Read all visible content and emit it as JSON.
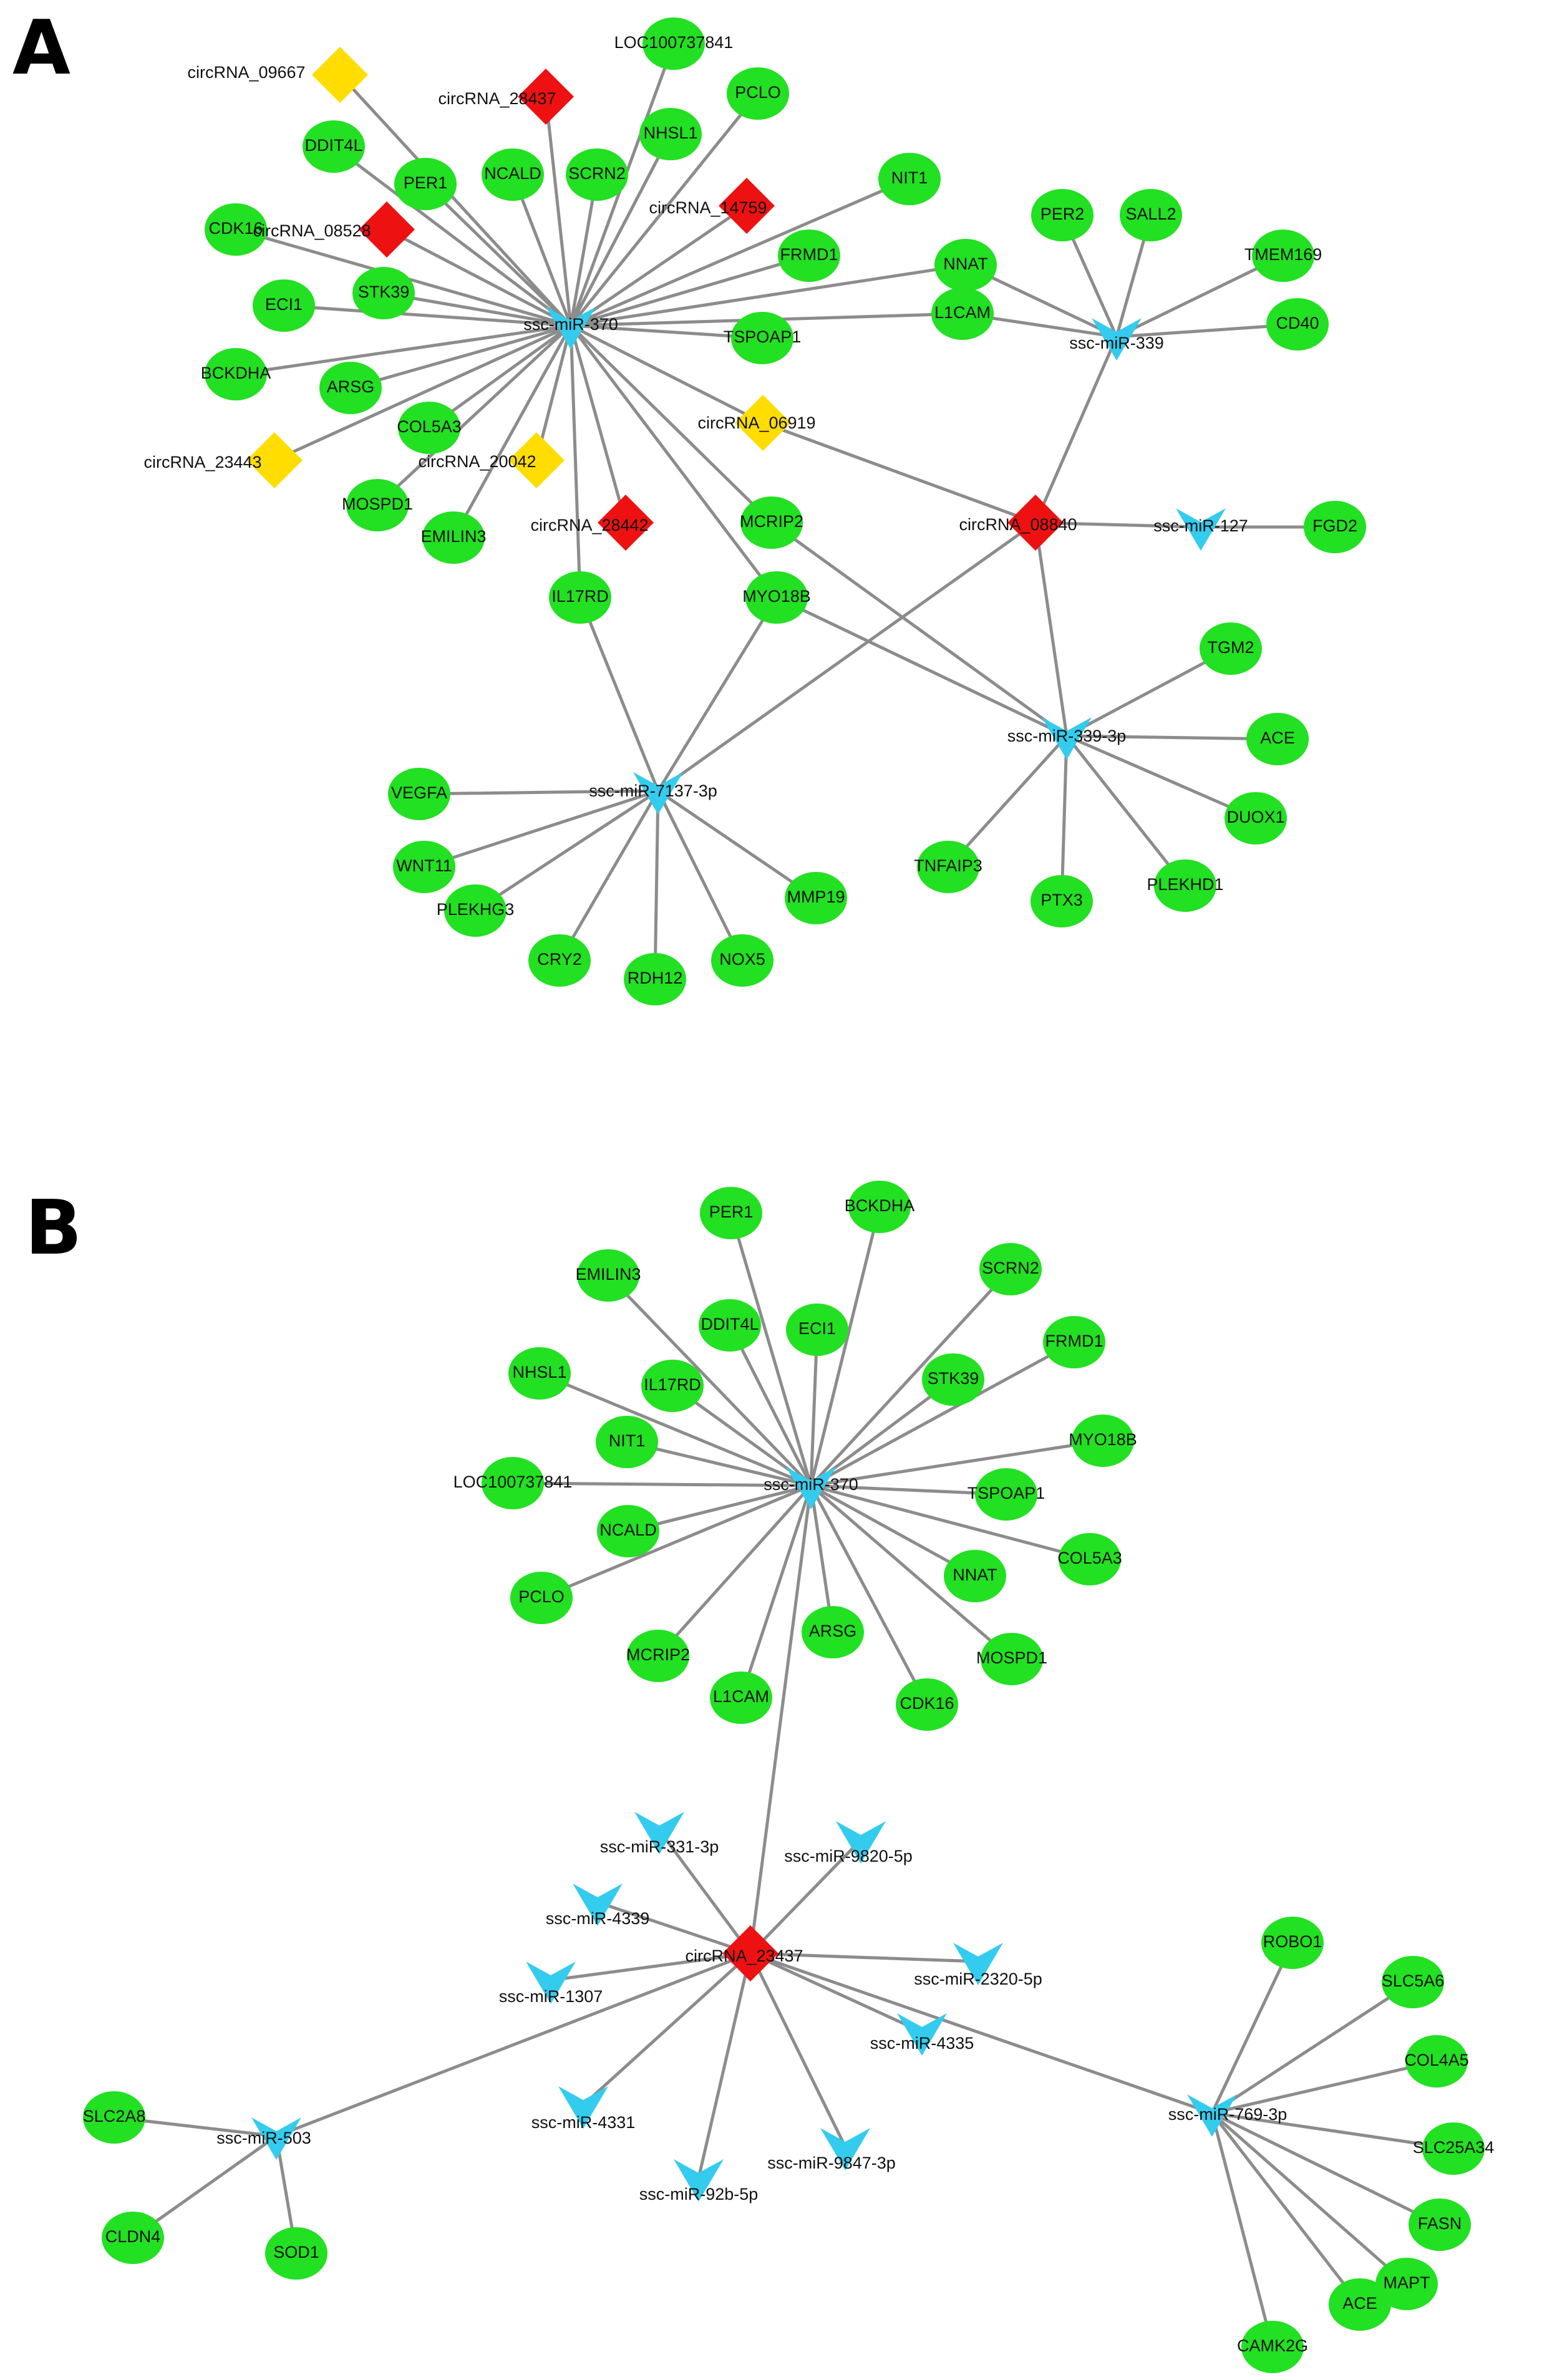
{
  "panels": {
    "a": {
      "label": "A"
    },
    "b": {
      "label": "B"
    }
  },
  "colors": {
    "mrna": "#22e022",
    "mirna": "#33ccee",
    "circ_red": "#ee1111",
    "circ_yellow": "#ffdd00",
    "edge": "#8c8c8c",
    "label": "#111111"
  },
  "network_a": {
    "nodes": [
      {
        "id": "a_circ_09667",
        "label": "circRNA_09667",
        "kind": "circ_yellow"
      },
      {
        "id": "a_circ_28437",
        "label": "circRNA_28437",
        "kind": "circ_red"
      },
      {
        "id": "a_LOC",
        "label": "LOC100737841",
        "kind": "mrna"
      },
      {
        "id": "a_PCLO",
        "label": "PCLO",
        "kind": "mrna"
      },
      {
        "id": "a_NHSL1",
        "label": "NHSL1",
        "kind": "mrna"
      },
      {
        "id": "a_DDIT4L",
        "label": "DDIT4L",
        "kind": "mrna"
      },
      {
        "id": "a_PER1",
        "label": "PER1",
        "kind": "mrna"
      },
      {
        "id": "a_NCALD",
        "label": "NCALD",
        "kind": "mrna"
      },
      {
        "id": "a_SCRN2",
        "label": "SCRN2",
        "kind": "mrna"
      },
      {
        "id": "a_circ_14759",
        "label": "circRNA_14759",
        "kind": "circ_red"
      },
      {
        "id": "a_NIT1",
        "label": "NIT1",
        "kind": "mrna"
      },
      {
        "id": "a_CDK16",
        "label": "CDK16",
        "kind": "mrna"
      },
      {
        "id": "a_circ_08528",
        "label": "circRNA_08528",
        "kind": "circ_red"
      },
      {
        "id": "a_FRMD1",
        "label": "FRMD1",
        "kind": "mrna"
      },
      {
        "id": "a_PER2",
        "label": "PER2",
        "kind": "mrna"
      },
      {
        "id": "a_SALL2",
        "label": "SALL2",
        "kind": "mrna"
      },
      {
        "id": "a_TMEM169",
        "label": "TMEM169",
        "kind": "mrna"
      },
      {
        "id": "a_ECI1",
        "label": "ECI1",
        "kind": "mrna"
      },
      {
        "id": "a_STK39",
        "label": "STK39",
        "kind": "mrna"
      },
      {
        "id": "a_miR370",
        "label": "ssc-miR-370",
        "kind": "mirna"
      },
      {
        "id": "a_NNAT",
        "label": "NNAT",
        "kind": "mrna"
      },
      {
        "id": "a_L1CAM",
        "label": "L1CAM",
        "kind": "mrna"
      },
      {
        "id": "a_CD40",
        "label": "CD40",
        "kind": "mrna"
      },
      {
        "id": "a_TSPOAP1",
        "label": "TSPOAP1",
        "kind": "mrna"
      },
      {
        "id": "a_miR339",
        "label": "ssc-miR-339",
        "kind": "mirna"
      },
      {
        "id": "a_BCKDHA",
        "label": "BCKDHA",
        "kind": "mrna"
      },
      {
        "id": "a_ARSG",
        "label": "ARSG",
        "kind": "mrna"
      },
      {
        "id": "a_circ_06919",
        "label": "circRNA_06919",
        "kind": "circ_yellow"
      },
      {
        "id": "a_COL5A3",
        "label": "COL5A3",
        "kind": "mrna"
      },
      {
        "id": "a_circ_23443",
        "label": "circRNA_23443",
        "kind": "circ_yellow"
      },
      {
        "id": "a_circ_20042",
        "label": "circRNA_20042",
        "kind": "circ_yellow"
      },
      {
        "id": "a_MOSPD1",
        "label": "MOSPD1",
        "kind": "mrna"
      },
      {
        "id": "a_EMILIN3",
        "label": "EMILIN3",
        "kind": "mrna"
      },
      {
        "id": "a_circ_28442",
        "label": "circRNA_28442",
        "kind": "circ_red"
      },
      {
        "id": "a_MCRIP2",
        "label": "MCRIP2",
        "kind": "mrna"
      },
      {
        "id": "a_circ_08840",
        "label": "circRNA_08840",
        "kind": "circ_red"
      },
      {
        "id": "a_miR127",
        "label": "ssc-miR-127",
        "kind": "mirna"
      },
      {
        "id": "a_FGD2",
        "label": "FGD2",
        "kind": "mrna"
      },
      {
        "id": "a_IL17RD",
        "label": "IL17RD",
        "kind": "mrna"
      },
      {
        "id": "a_MYO18B",
        "label": "MYO18B",
        "kind": "mrna"
      },
      {
        "id": "a_TGM2",
        "label": "TGM2",
        "kind": "mrna"
      },
      {
        "id": "a_miR339_3p",
        "label": "ssc-miR-339-3p",
        "kind": "mirna"
      },
      {
        "id": "a_ACE",
        "label": "ACE",
        "kind": "mrna"
      },
      {
        "id": "a_VEGFA",
        "label": "VEGFA",
        "kind": "mrna"
      },
      {
        "id": "a_miR7137",
        "label": "ssc-miR-7137-3p",
        "kind": "mirna"
      },
      {
        "id": "a_DUOX1",
        "label": "DUOX1",
        "kind": "mrna"
      },
      {
        "id": "a_WNT11",
        "label": "WNT11",
        "kind": "mrna"
      },
      {
        "id": "a_TNFAIP3",
        "label": "TNFAIP3",
        "kind": "mrna"
      },
      {
        "id": "a_PLEKHG3",
        "label": "PLEKHG3",
        "kind": "mrna"
      },
      {
        "id": "a_MMP19",
        "label": "MMP19",
        "kind": "mrna"
      },
      {
        "id": "a_PTX3",
        "label": "PTX3",
        "kind": "mrna"
      },
      {
        "id": "a_PLEKHD1",
        "label": "PLEKHD1",
        "kind": "mrna"
      },
      {
        "id": "a_CRY2",
        "label": "CRY2",
        "kind": "mrna"
      },
      {
        "id": "a_NOX5",
        "label": "NOX5",
        "kind": "mrna"
      },
      {
        "id": "a_RDH12",
        "label": "RDH12",
        "kind": "mrna"
      }
    ],
    "edges": [
      [
        "a_miR370",
        "a_circ_09667"
      ],
      [
        "a_miR370",
        "a_circ_28437"
      ],
      [
        "a_miR370",
        "a_LOC"
      ],
      [
        "a_miR370",
        "a_PCLO"
      ],
      [
        "a_miR370",
        "a_NHSL1"
      ],
      [
        "a_miR370",
        "a_DDIT4L"
      ],
      [
        "a_miR370",
        "a_PER1"
      ],
      [
        "a_miR370",
        "a_NCALD"
      ],
      [
        "a_miR370",
        "a_SCRN2"
      ],
      [
        "a_miR370",
        "a_circ_14759"
      ],
      [
        "a_miR370",
        "a_NIT1"
      ],
      [
        "a_miR370",
        "a_CDK16"
      ],
      [
        "a_miR370",
        "a_circ_08528"
      ],
      [
        "a_miR370",
        "a_FRMD1"
      ],
      [
        "a_miR370",
        "a_ECI1"
      ],
      [
        "a_miR370",
        "a_STK39"
      ],
      [
        "a_miR370",
        "a_NNAT"
      ],
      [
        "a_miR370",
        "a_L1CAM"
      ],
      [
        "a_miR370",
        "a_TSPOAP1"
      ],
      [
        "a_miR370",
        "a_BCKDHA"
      ],
      [
        "a_miR370",
        "a_ARSG"
      ],
      [
        "a_miR370",
        "a_circ_06919"
      ],
      [
        "a_miR370",
        "a_COL5A3"
      ],
      [
        "a_miR370",
        "a_circ_23443"
      ],
      [
        "a_miR370",
        "a_circ_20042"
      ],
      [
        "a_miR370",
        "a_MOSPD1"
      ],
      [
        "a_miR370",
        "a_EMILIN3"
      ],
      [
        "a_miR370",
        "a_circ_28442"
      ],
      [
        "a_miR370",
        "a_MCRIP2"
      ],
      [
        "a_miR370",
        "a_IL17RD"
      ],
      [
        "a_miR370",
        "a_MYO18B"
      ],
      [
        "a_miR339",
        "a_PER2"
      ],
      [
        "a_miR339",
        "a_SALL2"
      ],
      [
        "a_miR339",
        "a_TMEM169"
      ],
      [
        "a_miR339",
        "a_CD40"
      ],
      [
        "a_miR339",
        "a_NNAT"
      ],
      [
        "a_miR339",
        "a_L1CAM"
      ],
      [
        "a_miR339",
        "a_circ_08840"
      ],
      [
        "a_circ_06919",
        "a_circ_08840"
      ],
      [
        "a_circ_08840",
        "a_miR127"
      ],
      [
        "a_miR127",
        "a_FGD2"
      ],
      [
        "a_circ_08840",
        "a_miR339_3p"
      ],
      [
        "a_circ_08840",
        "a_miR7137"
      ],
      [
        "a_MCRIP2",
        "a_miR339_3p"
      ],
      [
        "a_MYO18B",
        "a_miR339_3p"
      ],
      [
        "a_IL17RD",
        "a_miR7137"
      ],
      [
        "a_MYO18B",
        "a_miR7137"
      ],
      [
        "a_miR339_3p",
        "a_TGM2"
      ],
      [
        "a_miR339_3p",
        "a_ACE"
      ],
      [
        "a_miR339_3p",
        "a_DUOX1"
      ],
      [
        "a_miR339_3p",
        "a_TNFAIP3"
      ],
      [
        "a_miR339_3p",
        "a_PTX3"
      ],
      [
        "a_miR339_3p",
        "a_PLEKHD1"
      ],
      [
        "a_miR7137",
        "a_VEGFA"
      ],
      [
        "a_miR7137",
        "a_WNT11"
      ],
      [
        "a_miR7137",
        "a_PLEKHG3"
      ],
      [
        "a_miR7137",
        "a_MMP19"
      ],
      [
        "a_miR7137",
        "a_CRY2"
      ],
      [
        "a_miR7137",
        "a_NOX5"
      ],
      [
        "a_miR7137",
        "a_RDH12"
      ]
    ]
  },
  "network_b": {
    "nodes": [
      {
        "id": "b_PER1",
        "label": "PER1",
        "kind": "mrna"
      },
      {
        "id": "b_BCKDHA",
        "label": "BCKDHA",
        "kind": "mrna"
      },
      {
        "id": "b_EMILIN3",
        "label": "EMILIN3",
        "kind": "mrna"
      },
      {
        "id": "b_SCRN2",
        "label": "SCRN2",
        "kind": "mrna"
      },
      {
        "id": "b_DDIT4L",
        "label": "DDIT4L",
        "kind": "mrna"
      },
      {
        "id": "b_ECI1",
        "label": "ECI1",
        "kind": "mrna"
      },
      {
        "id": "b_FRMD1",
        "label": "FRMD1",
        "kind": "mrna"
      },
      {
        "id": "b_NHSL1",
        "label": "NHSL1",
        "kind": "mrna"
      },
      {
        "id": "b_IL17RD",
        "label": "IL17RD",
        "kind": "mrna"
      },
      {
        "id": "b_STK39",
        "label": "STK39",
        "kind": "mrna"
      },
      {
        "id": "b_MYO18B",
        "label": "MYO18B",
        "kind": "mrna"
      },
      {
        "id": "b_NIT1",
        "label": "NIT1",
        "kind": "mrna"
      },
      {
        "id": "b_LOC",
        "label": "LOC100737841",
        "kind": "mrna"
      },
      {
        "id": "b_miR370",
        "label": "ssc-miR-370",
        "kind": "mirna"
      },
      {
        "id": "b_TSPOAP1",
        "label": "TSPOAP1",
        "kind": "mrna"
      },
      {
        "id": "b_NCALD",
        "label": "NCALD",
        "kind": "mrna"
      },
      {
        "id": "b_COL5A3",
        "label": "COL5A3",
        "kind": "mrna"
      },
      {
        "id": "b_PCLO",
        "label": "PCLO",
        "kind": "mrna"
      },
      {
        "id": "b_NNAT",
        "label": "NNAT",
        "kind": "mrna"
      },
      {
        "id": "b_ARSG",
        "label": "ARSG",
        "kind": "mrna"
      },
      {
        "id": "b_MCRIP2",
        "label": "MCRIP2",
        "kind": "mrna"
      },
      {
        "id": "b_MOSPD1",
        "label": "MOSPD1",
        "kind": "mrna"
      },
      {
        "id": "b_L1CAM",
        "label": "L1CAM",
        "kind": "mrna"
      },
      {
        "id": "b_CDK16",
        "label": "CDK16",
        "kind": "mrna"
      },
      {
        "id": "b_miR331",
        "label": "ssc-miR-331-3p",
        "kind": "mirna"
      },
      {
        "id": "b_miR9820",
        "label": "ssc-miR-9820-5p",
        "kind": "mirna"
      },
      {
        "id": "b_miR4339",
        "label": "ssc-miR-4339",
        "kind": "mirna"
      },
      {
        "id": "b_circ_23437",
        "label": "circRNA_23437",
        "kind": "circ_red"
      },
      {
        "id": "b_miR2320",
        "label": "ssc-miR-2320-5p",
        "kind": "mirna"
      },
      {
        "id": "b_miR1307",
        "label": "ssc-miR-1307",
        "kind": "mirna"
      },
      {
        "id": "b_ROBO1",
        "label": "ROBO1",
        "kind": "mrna"
      },
      {
        "id": "b_SLC5A6",
        "label": "SLC5A6",
        "kind": "mrna"
      },
      {
        "id": "b_miR4335",
        "label": "ssc-miR-4335",
        "kind": "mirna"
      },
      {
        "id": "b_COL4A5",
        "label": "COL4A5",
        "kind": "mrna"
      },
      {
        "id": "b_miR4331",
        "label": "ssc-miR-4331",
        "kind": "mirna"
      },
      {
        "id": "b_SLC2A8",
        "label": "SLC2A8",
        "kind": "mrna"
      },
      {
        "id": "b_miR503",
        "label": "ssc-miR-503",
        "kind": "mirna"
      },
      {
        "id": "b_miR769",
        "label": "ssc-miR-769-3p",
        "kind": "mirna"
      },
      {
        "id": "b_miR9847",
        "label": "ssc-miR-9847-3p",
        "kind": "mirna"
      },
      {
        "id": "b_SLC25A34",
        "label": "SLC25A34",
        "kind": "mrna"
      },
      {
        "id": "b_miR92b",
        "label": "ssc-miR-92b-5p",
        "kind": "mirna"
      },
      {
        "id": "b_CLDN4",
        "label": "CLDN4",
        "kind": "mrna"
      },
      {
        "id": "b_FASN",
        "label": "FASN",
        "kind": "mrna"
      },
      {
        "id": "b_SOD1",
        "label": "SOD1",
        "kind": "mrna"
      },
      {
        "id": "b_MAPT",
        "label": "MAPT",
        "kind": "mrna"
      },
      {
        "id": "b_ACE",
        "label": "ACE",
        "kind": "mrna"
      },
      {
        "id": "b_CAMK2G",
        "label": "CAMK2G",
        "kind": "mrna"
      }
    ],
    "edges": [
      [
        "b_miR370",
        "b_PER1"
      ],
      [
        "b_miR370",
        "b_BCKDHA"
      ],
      [
        "b_miR370",
        "b_EMILIN3"
      ],
      [
        "b_miR370",
        "b_SCRN2"
      ],
      [
        "b_miR370",
        "b_DDIT4L"
      ],
      [
        "b_miR370",
        "b_ECI1"
      ],
      [
        "b_miR370",
        "b_FRMD1"
      ],
      [
        "b_miR370",
        "b_NHSL1"
      ],
      [
        "b_miR370",
        "b_IL17RD"
      ],
      [
        "b_miR370",
        "b_STK39"
      ],
      [
        "b_miR370",
        "b_MYO18B"
      ],
      [
        "b_miR370",
        "b_NIT1"
      ],
      [
        "b_miR370",
        "b_LOC"
      ],
      [
        "b_miR370",
        "b_TSPOAP1"
      ],
      [
        "b_miR370",
        "b_NCALD"
      ],
      [
        "b_miR370",
        "b_COL5A3"
      ],
      [
        "b_miR370",
        "b_PCLO"
      ],
      [
        "b_miR370",
        "b_NNAT"
      ],
      [
        "b_miR370",
        "b_ARSG"
      ],
      [
        "b_miR370",
        "b_MCRIP2"
      ],
      [
        "b_miR370",
        "b_MOSPD1"
      ],
      [
        "b_miR370",
        "b_L1CAM"
      ],
      [
        "b_miR370",
        "b_CDK16"
      ],
      [
        "b_miR370",
        "b_circ_23437"
      ],
      [
        "b_circ_23437",
        "b_miR331"
      ],
      [
        "b_circ_23437",
        "b_miR9820"
      ],
      [
        "b_circ_23437",
        "b_miR4339"
      ],
      [
        "b_circ_23437",
        "b_miR2320"
      ],
      [
        "b_circ_23437",
        "b_miR1307"
      ],
      [
        "b_circ_23437",
        "b_miR4335"
      ],
      [
        "b_circ_23437",
        "b_miR4331"
      ],
      [
        "b_circ_23437",
        "b_miR9847"
      ],
      [
        "b_circ_23437",
        "b_miR92b"
      ],
      [
        "b_circ_23437",
        "b_miR503"
      ],
      [
        "b_circ_23437",
        "b_miR769"
      ],
      [
        "b_miR503",
        "b_SLC2A8"
      ],
      [
        "b_miR503",
        "b_CLDN4"
      ],
      [
        "b_miR503",
        "b_SOD1"
      ],
      [
        "b_miR769",
        "b_ROBO1"
      ],
      [
        "b_miR769",
        "b_SLC5A6"
      ],
      [
        "b_miR769",
        "b_COL4A5"
      ],
      [
        "b_miR769",
        "b_SLC25A34"
      ],
      [
        "b_miR769",
        "b_FASN"
      ],
      [
        "b_miR769",
        "b_MAPT"
      ],
      [
        "b_miR769",
        "b_ACE"
      ],
      [
        "b_miR769",
        "b_CAMK2G"
      ]
    ]
  }
}
